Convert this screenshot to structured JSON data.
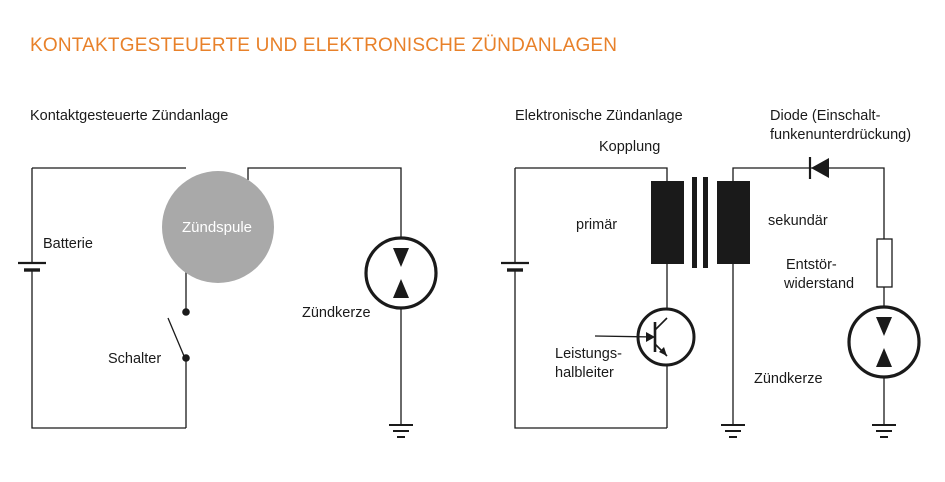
{
  "title": "KONTAKTGESTEUERTE UND ELEKTRONISCHE ZÜNDANLAGEN",
  "colors": {
    "title": "#e8812a",
    "coil": "#a9a9a9",
    "line": "#1a1a1a"
  },
  "left": {
    "heading": "Kontaktgesteuerte Zündanlage",
    "battery": "Batterie",
    "coil": "Zündspule",
    "switch": "Schalter",
    "spark_plug": "Zündkerze"
  },
  "right": {
    "heading": "Elektronische Zündanlage",
    "coupling": "Kopplung",
    "primary": "primär",
    "secondary": "sekundär",
    "diode_line1": "Diode (Einschalt-",
    "diode_line2": "funkenunterdrückung)",
    "resistor_line1": "Entstör-",
    "resistor_line2": "widerstand",
    "semiconductor_line1": "Leistungs-",
    "semiconductor_line2": "halbleiter",
    "spark_plug": "Zündkerze"
  }
}
